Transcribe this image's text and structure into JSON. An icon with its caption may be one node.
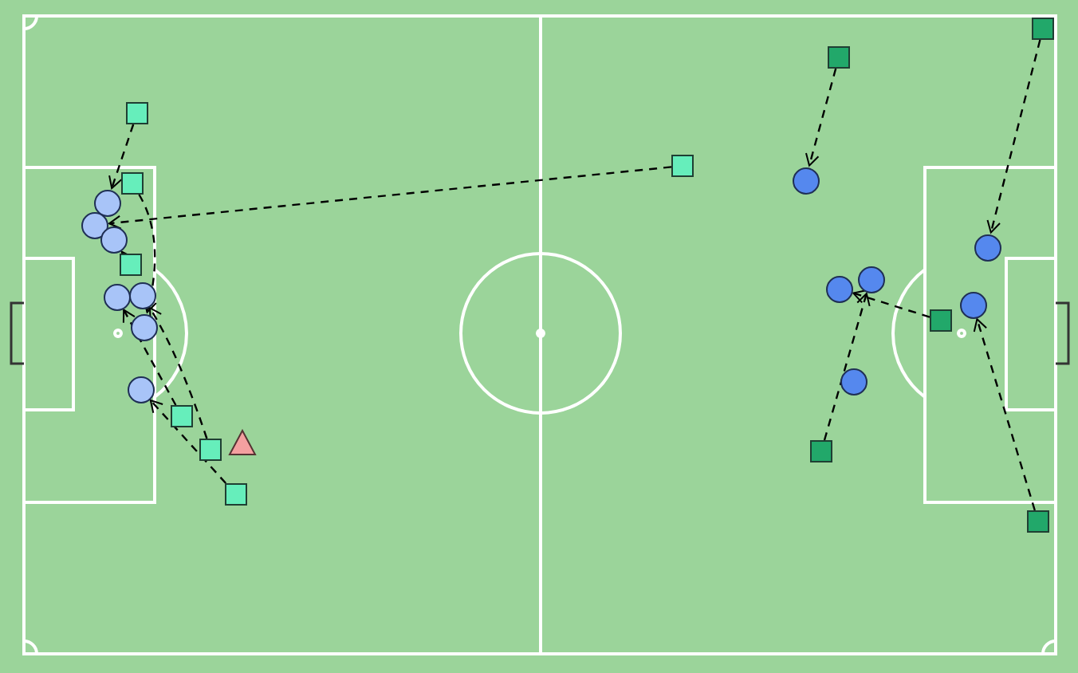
{
  "diagram": {
    "nodes": [
      {
        "text": [],
        "shape": "box"
      },
      {
        "text": [],
        "shape": "box"
      },
      {
        "text": [],
        "shape": "box"
      },
      {
        "text": [],
        "shape": "box"
      },
      {
        "text": [],
        "shape": "box"
      },
      {
        "text": [],
        "shape": "box"
      },
      {
        "text": [],
        "shape": "box"
      },
      {
        "text": [],
        "shape": "triangle"
      },
      {
        "text": [],
        "shape": "circle"
      },
      {
        "text": [],
        "shape": "circle"
      },
      {
        "text": [],
        "shape": "circle"
      },
      {
        "text": [],
        "shape": "circle"
      },
      {
        "text": [],
        "shape": "circle"
      },
      {
        "text": [],
        "shape": "circle"
      },
      {
        "text": [],
        "shape": "circle"
      },
      {
        "text": [],
        "shape": "box"
      },
      {
        "text": [],
        "shape": "box"
      },
      {
        "text": [],
        "shape": "box"
      },
      {
        "text": [],
        "shape": "box"
      },
      {
        "text": [],
        "shape": "box"
      },
      {
        "text": [],
        "shape": "circle"
      },
      {
        "text": [],
        "shape": "circle"
      },
      {
        "text": [],
        "shape": "circle"
      },
      {
        "text": [],
        "shape": "circle"
      },
      {
        "text": [],
        "shape": "circle"
      },
      {
        "text": [],
        "shape": "circle"
      }
    ],
    "edges": [
      {
        "from": 0,
        "to": 8,
        "arrow": "to"
      },
      {
        "from": 2,
        "to": 9,
        "arrow": "to"
      },
      {
        "from": 1,
        "to": 13,
        "arrow": "to"
      },
      {
        "from": 3,
        "to": 10,
        "arrow": "to"
      },
      {
        "from": 4,
        "to": 11,
        "arrow": "to"
      },
      {
        "from": 5,
        "to": 12,
        "arrow": "to"
      },
      {
        "from": 6,
        "to": 14,
        "arrow": "to"
      },
      {
        "from": 15,
        "to": 20,
        "arrow": "to"
      },
      {
        "from": 16,
        "to": 21,
        "arrow": "to"
      },
      {
        "from": 17,
        "to": 23,
        "arrow": "to"
      },
      {
        "from": 18,
        "to": 22,
        "arrow": "to"
      },
      {
        "from": 19,
        "to": 24,
        "arrow": "to"
      }
    ]
  }
}
